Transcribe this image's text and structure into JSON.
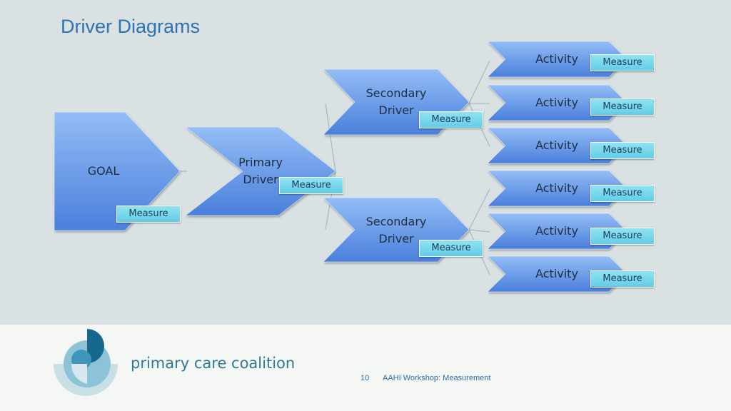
{
  "title": "Driver Diagrams",
  "goal": {
    "label": "GOAL",
    "measure": "Measure"
  },
  "primary": {
    "label": "Primary\nDriver",
    "measure": "Measure"
  },
  "secondary": [
    {
      "label": "Secondary\nDriver",
      "measure": "Measure"
    },
    {
      "label": "Secondary\nDriver",
      "measure": "Measure"
    }
  ],
  "activities": [
    {
      "label": "Activity",
      "measure": "Measure"
    },
    {
      "label": "Activity",
      "measure": "Measure"
    },
    {
      "label": "Activity",
      "measure": "Measure"
    },
    {
      "label": "Activity",
      "measure": "Measure"
    },
    {
      "label": "Activity",
      "measure": "Measure"
    },
    {
      "label": "Activity",
      "measure": "Measure"
    }
  ],
  "colors": {
    "shape_top": "#8db8f5",
    "shape_bottom": "#4d82dc",
    "measure": "#70d6ea",
    "title": "#2e74b5"
  },
  "footer": {
    "brand": "primary care coalition",
    "page": "10",
    "text": "AAHI Workshop: Measurement"
  }
}
